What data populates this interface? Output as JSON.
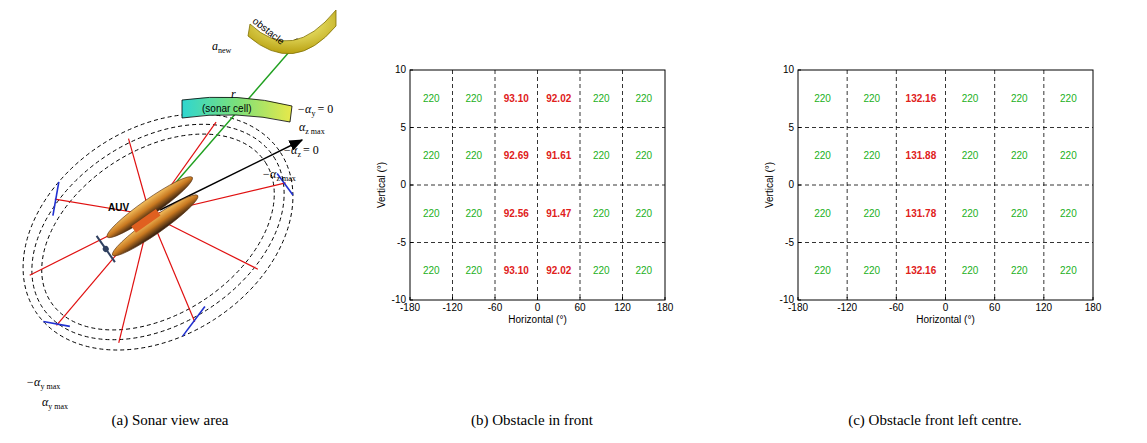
{
  "diagram": {
    "nodes": [
      {
        "text": [
          "obstacle"
        ]
      },
      {
        "text": [
          "(sonar cell)"
        ]
      }
    ],
    "labels": [
      "a",
      "new",
      "r",
      "−α",
      "y",
      "= 0",
      "α",
      "z max",
      "−α",
      "z",
      "= 0",
      "−α",
      "z max",
      "AUV",
      "−α",
      "y max",
      "α",
      "y max",
      "10",
      "5",
      "0",
      "-5",
      "-10",
      "-180",
      "-120",
      "-60",
      "0",
      "60",
      "120",
      "180",
      "Vertical (°)",
      "Horizontal (°)",
      "220",
      "220",
      "93.10",
      "92.02",
      "220",
      "220",
      "220",
      "220",
      "92.69",
      "91.61",
      "220",
      "220",
      "220",
      "220",
      "92.56",
      "91.47",
      "220",
      "220",
      "220",
      "220",
      "93.10",
      "92.02",
      "220",
      "220",
      "10",
      "5",
      "0",
      "-5",
      "-10",
      "-180",
      "-120",
      "-60",
      "0",
      "60",
      "120",
      "180",
      "Vertical (°)",
      "Horizontal (°)",
      "220",
      "220",
      "132.16",
      "220",
      "220",
      "220",
      "220",
      "220",
      "131.88",
      "220",
      "220",
      "220",
      "220",
      "220",
      "131.78",
      "220",
      "220",
      "220",
      "220",
      "220",
      "132.16",
      "220",
      "220",
      "220",
      "(a) Sonar view area",
      "(b) Obstacle in front",
      "(c) Obstacle front left centre."
    ]
  }
}
